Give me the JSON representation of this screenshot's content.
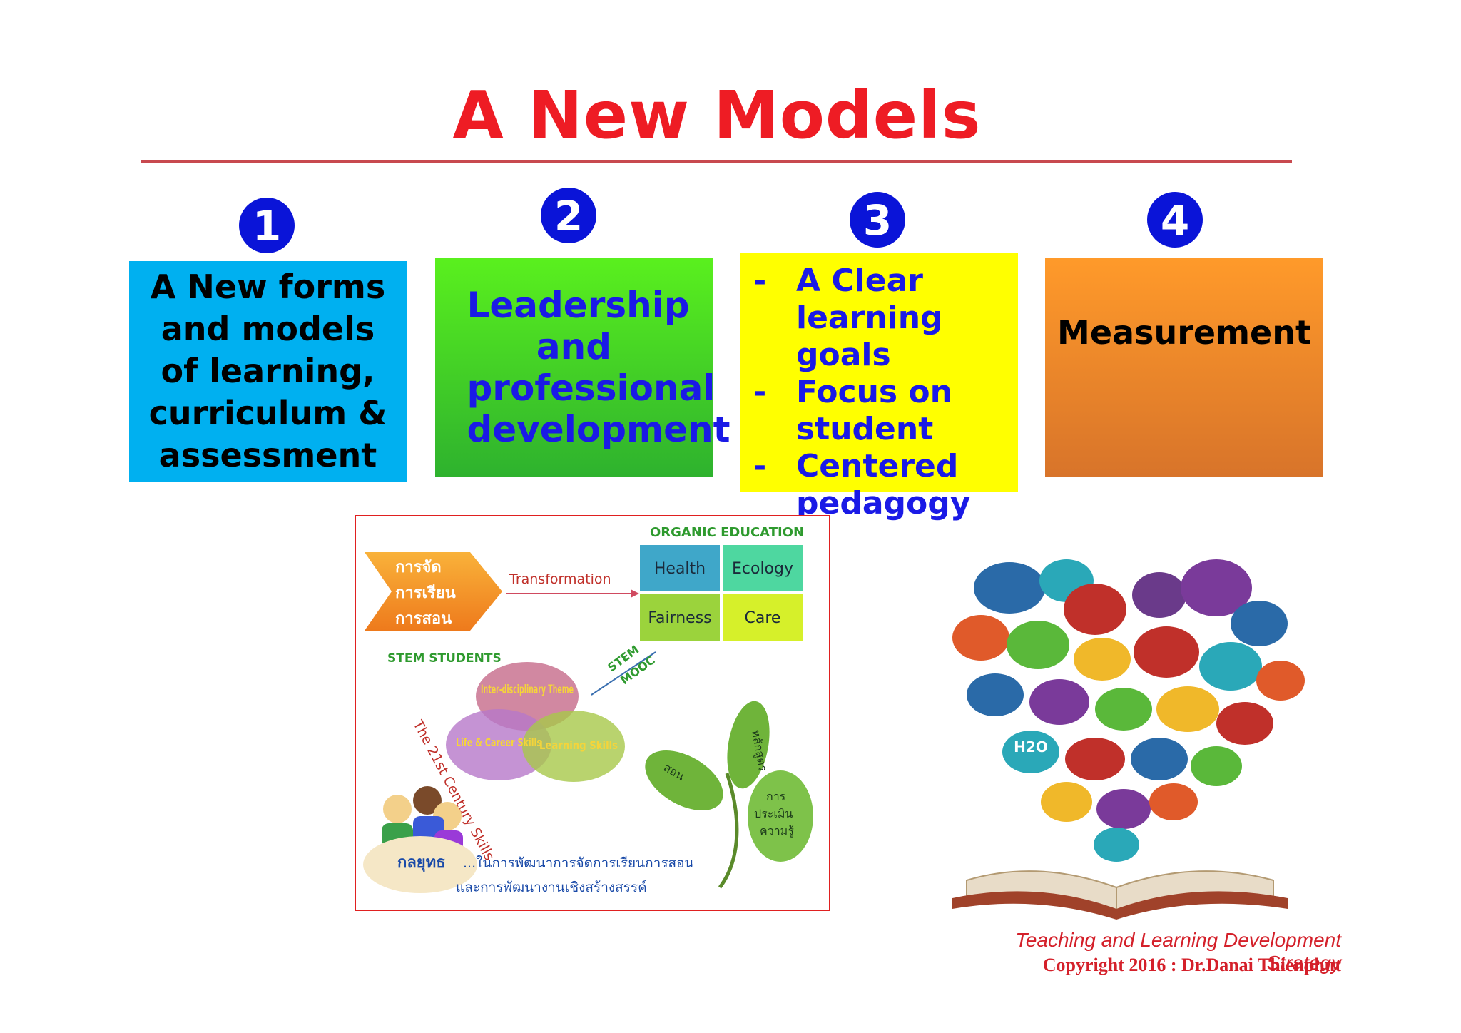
{
  "slide": {
    "title": "A New Models"
  },
  "items": [
    {
      "number": "1",
      "text": "A New forms and models of learning, curriculum & assessment"
    },
    {
      "number": "2",
      "text": "Leadership and professional development"
    },
    {
      "number": "3",
      "bullets": [
        "A Clear learning goals",
        "Focus on student",
        "Centered pedagogy"
      ],
      "bullet_marker": "-"
    },
    {
      "number": "4",
      "text": "Measurement"
    }
  ],
  "figure_left": {
    "thai_arrow": [
      "การจัด",
      "การเรียน",
      "การสอน"
    ],
    "transformation": "Transformation",
    "organic_header": "ORGANIC EDUCATION",
    "grid": [
      "Health",
      "Ecology",
      "Fairness",
      "Care"
    ],
    "stem_students": "STEM STUDENTS",
    "stem_mooc": [
      "STEM",
      "MOOC"
    ],
    "circles": [
      "Inter-disciplinary Theme",
      "Life & Career Skills",
      "Learning Skills"
    ],
    "century": "The 21st Century Skills",
    "leaves": [
      "หลักสูตร",
      "สอน",
      "การ",
      "ประเมิน",
      "ความรู้"
    ],
    "strategy_label": "กลยุทธ",
    "strategy_line1": "...ในการพัฒนาการจัดการเรียนการสอน",
    "strategy_line2": "และการพัฒนางานเชิงสร้างสรรค์"
  },
  "figure_right": {
    "chemistry_label": "H2O"
  },
  "caption": {
    "line1": "Teaching and Learning  Development Strategy",
    "line2": "Copyright  2016  : Dr.Danai  Thienphut"
  },
  "colors": {
    "title": "#ee1c24",
    "number_badge": "#0a14d8",
    "box1": "#00b0f0",
    "box2": "#4cd82a",
    "box3": "#ffff00",
    "box4": "#f28a2a"
  }
}
